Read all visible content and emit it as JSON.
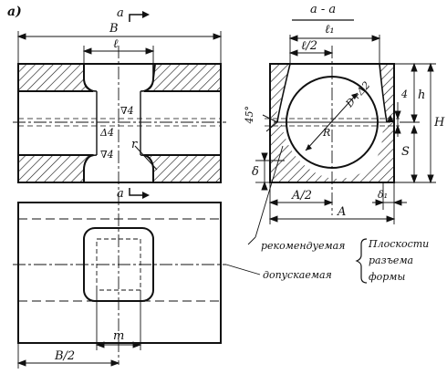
{
  "figure_label": "а)",
  "section_marks": {
    "top": "а",
    "bottom": "а",
    "title": "а - а"
  },
  "left_view": {
    "dim_B": "B",
    "dim_l": "ℓ",
    "roughness_top": "∇4",
    "roughness_mid": "Δ4",
    "roughness_bottom": "∇4",
    "radius": "r",
    "dim_m": "m",
    "dim_B_half": "B/2"
  },
  "right_view": {
    "dim_l1": "ℓ₁",
    "dim_l_half": "ℓ/2",
    "angle": "45°",
    "dim_R": "R",
    "dim_D_plus": "D+Δ2",
    "dim_4": "4",
    "dim_h": "h",
    "dim_H": "H",
    "dim_S": "S",
    "dim_delta": "δ",
    "dim_delta1": "δ₁",
    "dim_A_half": "A/2",
    "dim_A": "A"
  },
  "legend": {
    "recommended": "рекомендуемая",
    "allowed": "допускаемая",
    "parting_lines": [
      "Плоскости",
      "разъема",
      "формы"
    ]
  }
}
